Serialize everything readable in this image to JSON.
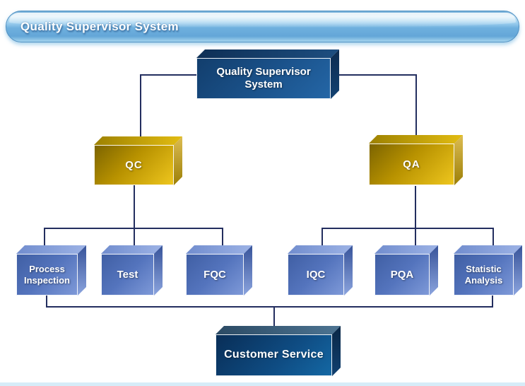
{
  "banner": {
    "title": "Quality Supervisor System"
  },
  "diagram": {
    "nodes": {
      "root": {
        "label": "Quality Supervisor System",
        "level": 1,
        "color": "navy"
      },
      "qc": {
        "label": "QC",
        "level": 2,
        "color": "gold"
      },
      "qa": {
        "label": "QA",
        "level": 2,
        "color": "gold"
      },
      "process_inspection": {
        "label": "Process Inspection",
        "level": 3,
        "color": "blue"
      },
      "test": {
        "label": "Test",
        "level": 3,
        "color": "blue"
      },
      "fqc": {
        "label": "FQC",
        "level": 3,
        "color": "blue"
      },
      "iqc": {
        "label": "IQC",
        "level": 3,
        "color": "blue"
      },
      "pqa": {
        "label": "PQA",
        "level": 3,
        "color": "blue"
      },
      "statistic_analysis": {
        "label": "Statistic Analysis",
        "level": 3,
        "color": "blue"
      },
      "customer_service": {
        "label": "Customer Service",
        "level": 4,
        "color": "deep-blue"
      }
    },
    "edges": [
      [
        "root",
        "qc"
      ],
      [
        "root",
        "qa"
      ],
      [
        "qc",
        "process_inspection"
      ],
      [
        "qc",
        "test"
      ],
      [
        "qc",
        "fqc"
      ],
      [
        "qa",
        "iqc"
      ],
      [
        "qa",
        "pqa"
      ],
      [
        "qa",
        "statistic_analysis"
      ],
      [
        "process_inspection",
        "customer_service"
      ],
      [
        "statistic_analysis",
        "customer_service"
      ]
    ],
    "colors": {
      "banner_blue": "#6FB0DE",
      "navy_box": "#1B538C",
      "gold_box": "#D8AE06",
      "blue_box": "#5474BD",
      "deep_blue_box": "#0F4D84",
      "connector": "#232E5F",
      "bottom_strip": "#D6ECF8"
    }
  }
}
